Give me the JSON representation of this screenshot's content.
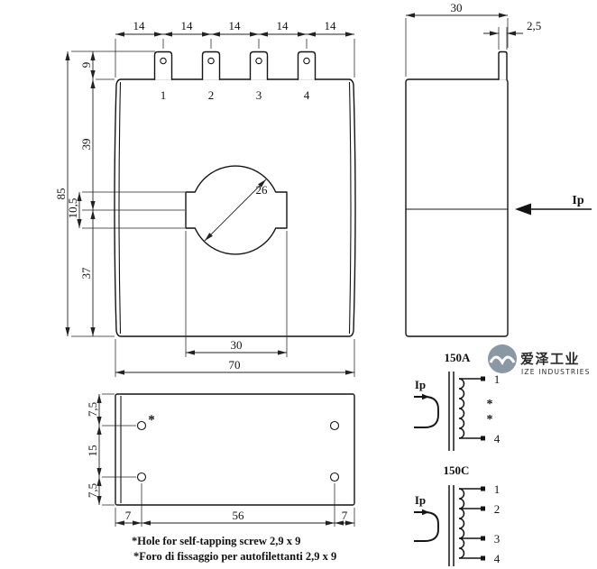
{
  "drawing": {
    "front_view": {
      "terminal_labels": [
        "1",
        "2",
        "3",
        "4"
      ],
      "pitch_dims": [
        "14",
        "14",
        "14",
        "14",
        "14"
      ],
      "dim_tab_height": "9",
      "dim_overall_height": "85",
      "dim_upper": "39",
      "dim_slot_height": "10,5",
      "dim_lower": "37",
      "dim_hole_diameter": "26",
      "dim_slot_width": "30",
      "dim_overall_width": "70"
    },
    "side_view": {
      "dim_depth": "30",
      "dim_tab_thickness": "2,5",
      "primary_current_label": "Ip"
    },
    "bottom_view": {
      "dim_edge_top": "7,5",
      "dim_hole_spacing_vertical": "15",
      "dim_edge_bottom": "7,5",
      "dim_edge_left": "7",
      "dim_hole_spacing_horizontal": "56",
      "dim_edge_right": "7",
      "screw_hole_mark": "*"
    },
    "schematic_150a": {
      "title": "150A",
      "primary_current_label": "Ip",
      "terminal_top": "1",
      "tap_marks": [
        "*",
        "*"
      ],
      "terminal_bottom": "4"
    },
    "schematic_150c": {
      "title": "150C",
      "primary_current_label": "Ip",
      "terminals": [
        "1",
        "2",
        "3",
        "4"
      ]
    }
  },
  "notes": {
    "line_en": "*Hole for self-tapping screw 2,9 x 9",
    "line_it": "*Foro di fissaggio per autofilettanti 2,9 x 9"
  },
  "watermark": {
    "brand_cn": "爱泽工业",
    "brand_en": "IZE INDUSTRIES"
  },
  "colors": {
    "line": "#141414",
    "watermark_primary": "#7e8c9c",
    "watermark_text": "#5d6d7c",
    "watermark_subtext": "#97a2ad"
  }
}
